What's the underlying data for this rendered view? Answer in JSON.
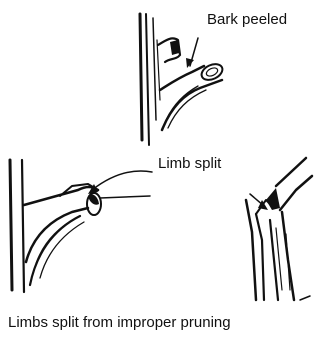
{
  "labels": {
    "bark_peeled": "Bark peeled",
    "limb_split": "Limb split",
    "caption": "Limbs split from improper pruning"
  },
  "colors": {
    "ink": "#111111",
    "background": "#ffffff"
  },
  "illustrations": [
    {
      "name": "bark-peeled-illustration",
      "icon": "tree-trunk-peeled-bark"
    },
    {
      "name": "limb-split-left-illustration",
      "icon": "tree-limb-split"
    },
    {
      "name": "limb-split-right-illustration",
      "icon": "tree-trunk-split"
    }
  ]
}
